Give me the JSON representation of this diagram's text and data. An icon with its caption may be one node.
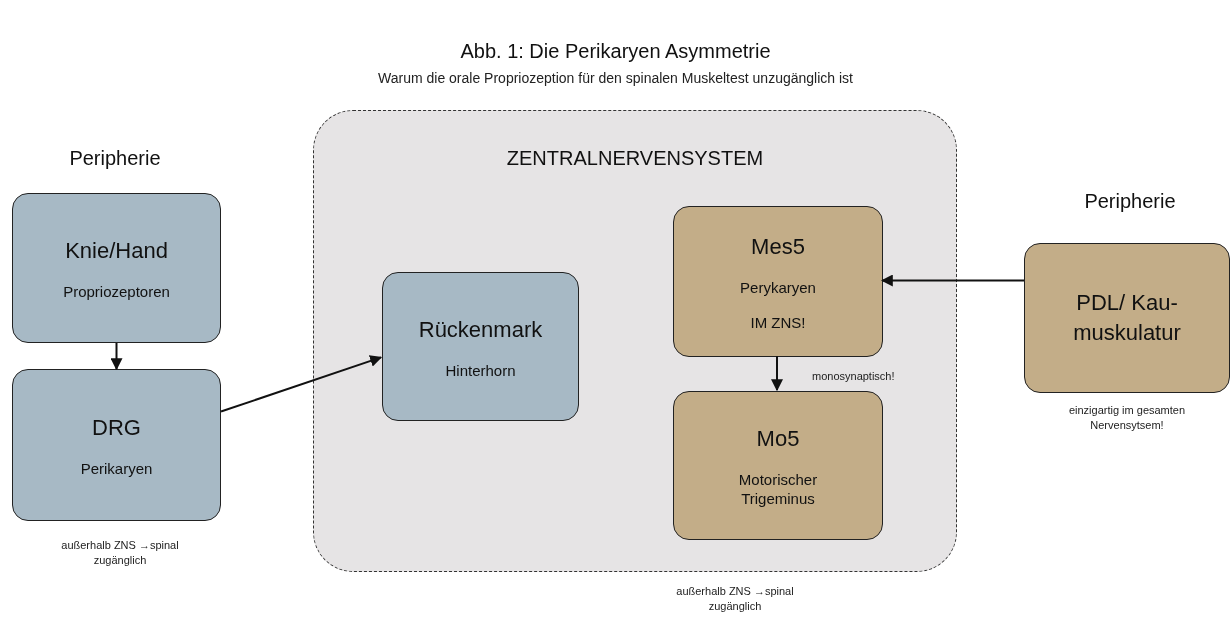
{
  "diagram": {
    "title": "Abb. 1: Die Perikaryen Asymmetrie",
    "nodes": [
      {
        "text": [
          "ZENTRALNERVENSYSTEM"
        ],
        "beside": [
          "außerhalb ZNS →spinal zugänglich"
        ]
      },
      {
        "text": [
          "Knie/Hand",
          "Propriozeptoren"
        ]
      },
      {
        "text": [
          "DRG",
          "Perikaryen"
        ],
        "beside": [
          "außerhalb ZNS →spinal zugänglich"
        ]
      },
      {
        "text": [
          "Rückenmark",
          "Hinterhorn"
        ],
        "in": 0
      },
      {
        "text": [
          "Mes5",
          "Perykaryen",
          "IM ZNS!"
        ],
        "in": 0
      },
      {
        "text": [
          "Mo5",
          "Motorischer Trigeminus"
        ],
        "in": 0
      },
      {
        "text": [
          "PDL/ Kau- muskulatur"
        ],
        "beside": [
          "einzigartig im gesamten Nervensytsem!"
        ]
      }
    ],
    "edges": [
      {
        "from": 1,
        "to": 2,
        "arrow": "to"
      },
      {
        "from": 2,
        "to": 3,
        "arrow": "to"
      },
      {
        "from": 6,
        "to": 4,
        "arrow": "to"
      },
      {
        "from": 4,
        "to": 5,
        "arrow": "to",
        "label": "monosynaptisch!"
      }
    ],
    "labels": [
      "Warum die orale Propriozeption für den spinalen Muskeltest unzugänglich ist",
      "Peripherie",
      "Peripherie"
    ]
  }
}
